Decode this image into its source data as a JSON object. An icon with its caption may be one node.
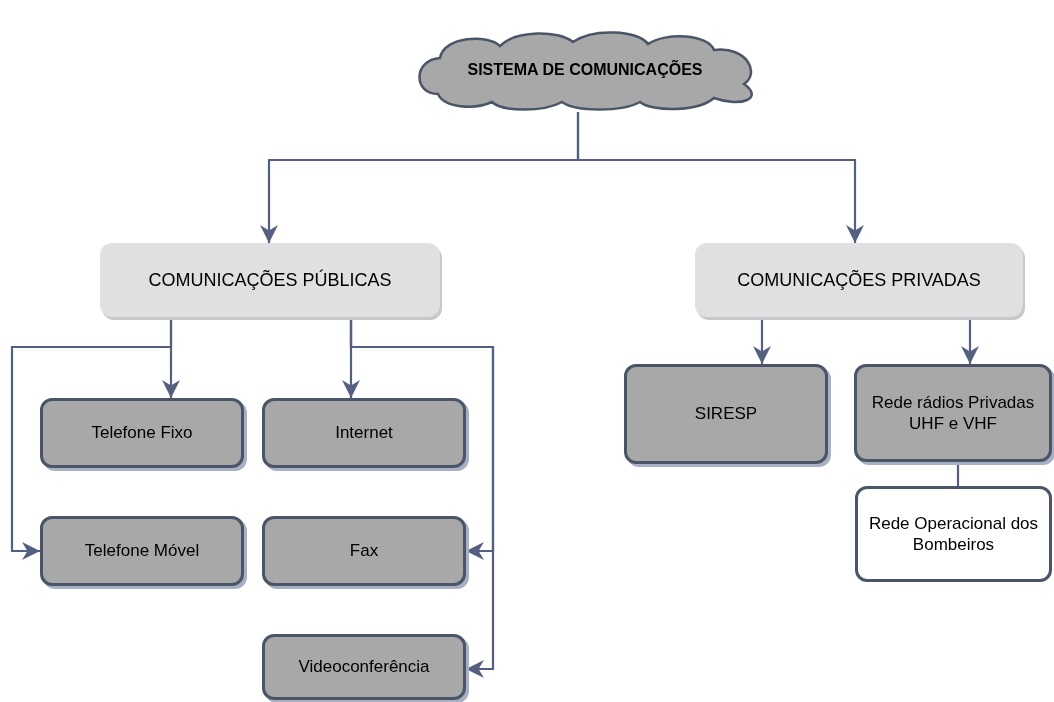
{
  "diagram": {
    "nodes": [
      {
        "text": [
          "SISTEMA DE COMUNICAÇÕES"
        ]
      },
      {
        "text": [
          "COMUNICAÇÕES PÚBLICAS"
        ]
      },
      {
        "text": [
          "COMUNICAÇÕES PRIVADAS"
        ]
      },
      {
        "text": [
          "Telefone Fixo"
        ]
      },
      {
        "text": [
          "Internet"
        ]
      },
      {
        "text": [
          "Telefone Móvel"
        ]
      },
      {
        "text": [
          "Fax"
        ]
      },
      {
        "text": [
          "Videoconferência"
        ]
      },
      {
        "text": [
          "SIRESP"
        ]
      },
      {
        "text": [
          "Rede rádios Privadas UHF e VHF"
        ]
      },
      {
        "text": [
          "Rede Operacional dos Bombeiros"
        ]
      }
    ],
    "edges": [
      {
        "from": 0,
        "to": 1,
        "arrow": "to"
      },
      {
        "from": 0,
        "to": 2,
        "arrow": "to"
      },
      {
        "from": 1,
        "to": 3,
        "arrow": "to"
      },
      {
        "from": 1,
        "to": 5,
        "arrow": "to"
      },
      {
        "from": 1,
        "to": 4,
        "arrow": "to"
      },
      {
        "from": 1,
        "to": 6,
        "arrow": "to"
      },
      {
        "from": 1,
        "to": 7,
        "arrow": "to"
      },
      {
        "from": 2,
        "to": 8,
        "arrow": "to"
      },
      {
        "from": 2,
        "to": 9,
        "arrow": "to"
      },
      {
        "from": 9,
        "to": 10,
        "arrow": "none"
      }
    ]
  }
}
